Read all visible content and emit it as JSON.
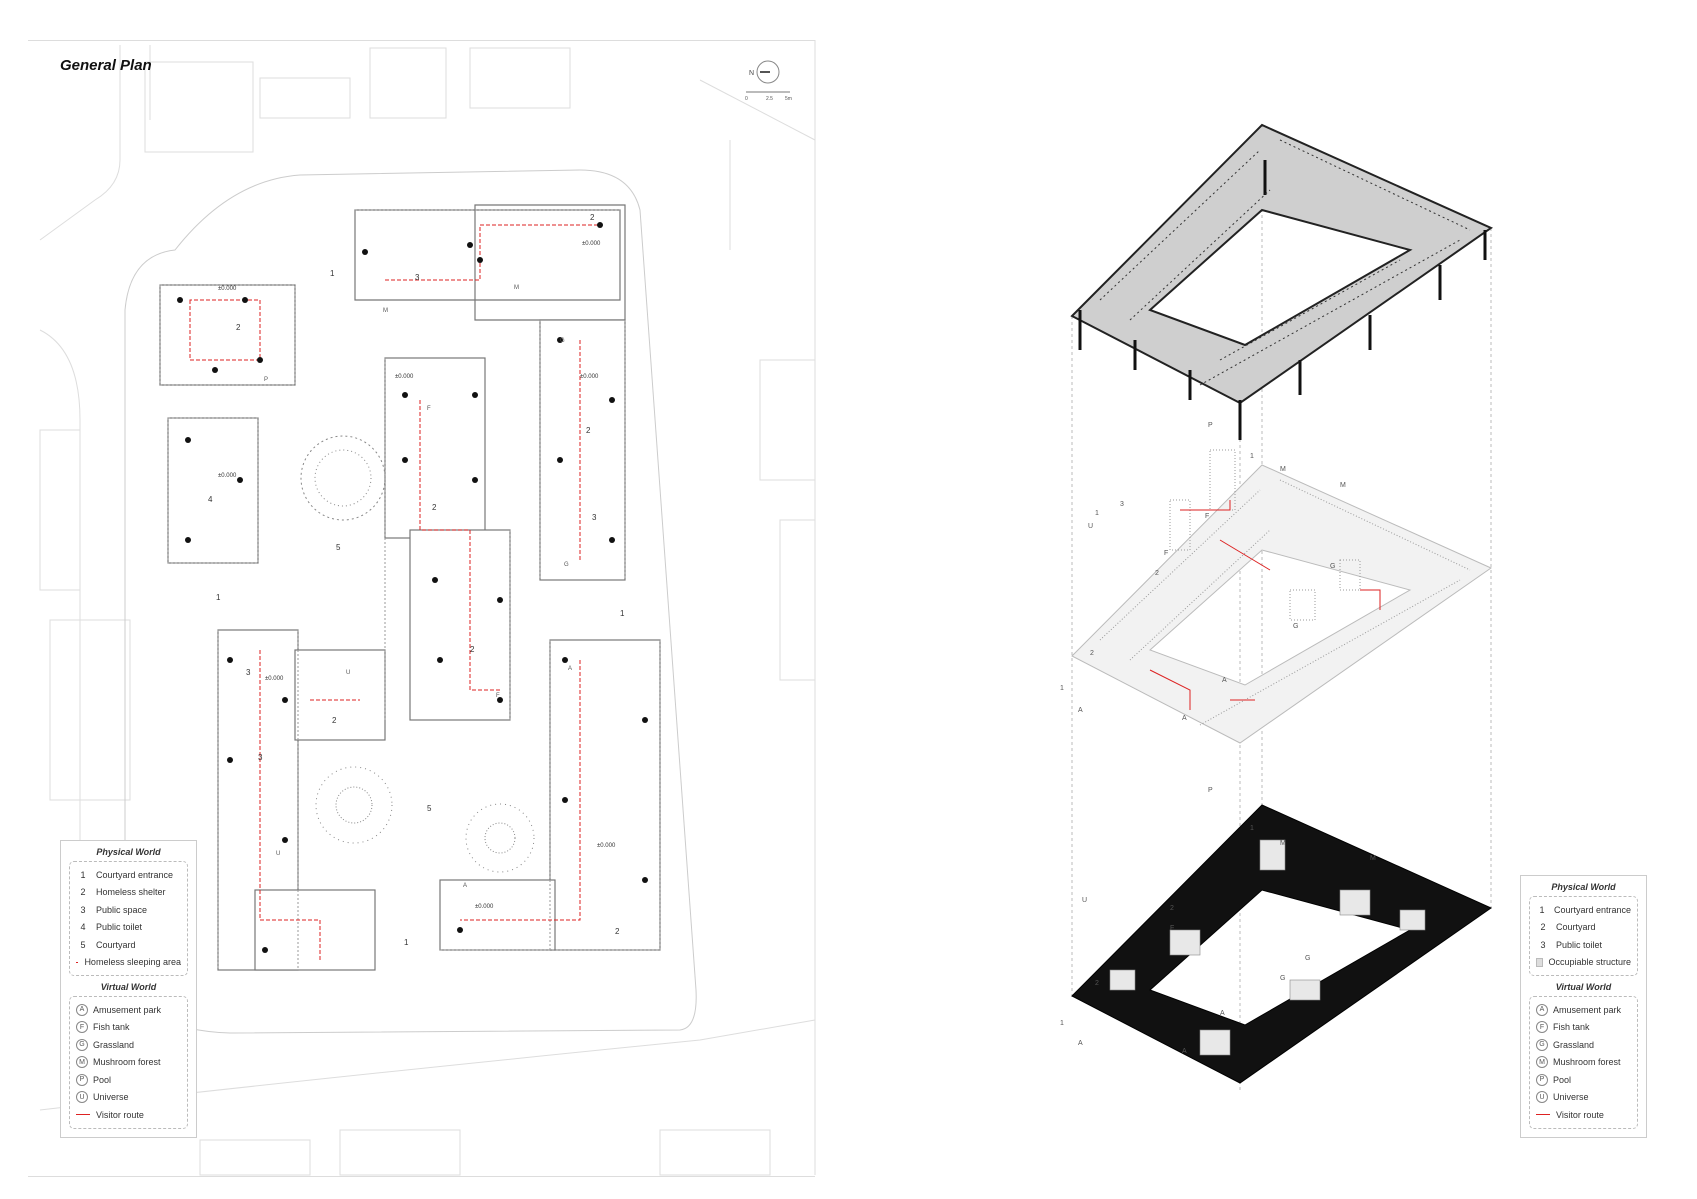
{
  "plan": {
    "title": "General Plan",
    "north_label": "N",
    "scale_ticks": [
      "0",
      "2.5",
      "5m"
    ],
    "level_labels": [
      "±0.000",
      "±0.000",
      "±0.000",
      "±0.000",
      "±0.000",
      "±0.000",
      "±0.000",
      "±0.000"
    ],
    "space_numbers": [
      "1",
      "1",
      "1",
      "1",
      "2",
      "2",
      "2",
      "2",
      "2",
      "2",
      "2",
      "3",
      "3",
      "3",
      "3",
      "4",
      "5",
      "5"
    ],
    "markers": [
      "M",
      "M",
      "P",
      "U",
      "G",
      "G",
      "F",
      "F",
      "A",
      "A",
      "U"
    ]
  },
  "legend_left": {
    "physical_title": "Physical World",
    "physical_items": [
      {
        "key": "1",
        "label": "Courtyard entrance"
      },
      {
        "key": "2",
        "label": "Homeless shelter"
      },
      {
        "key": "3",
        "label": "Public space"
      },
      {
        "key": "4",
        "label": "Public toilet"
      },
      {
        "key": "5",
        "label": "Courtyard"
      }
    ],
    "sleeping_label": "Homeless sleeping area",
    "virtual_title": "Virtual World",
    "virtual_items": [
      {
        "key": "A",
        "label": "Amusement park"
      },
      {
        "key": "F",
        "label": "Fish tank"
      },
      {
        "key": "G",
        "label": "Grassland"
      },
      {
        "key": "M",
        "label": "Mushroom forest"
      },
      {
        "key": "P",
        "label": "Pool"
      },
      {
        "key": "U",
        "label": "Universe"
      }
    ],
    "route_label": "Visitor route"
  },
  "legend_right": {
    "physical_title": "Physical World",
    "physical_items": [
      {
        "key": "1",
        "label": "Courtyard entrance"
      },
      {
        "key": "2",
        "label": "Courtyard"
      },
      {
        "key": "3",
        "label": "Public toilet"
      }
    ],
    "occupiable_label": "Occupiable structure",
    "virtual_title": "Virtual World",
    "virtual_items": [
      {
        "key": "A",
        "label": "Amusement park"
      },
      {
        "key": "F",
        "label": "Fish tank"
      },
      {
        "key": "G",
        "label": "Grassland"
      },
      {
        "key": "M",
        "label": "Mushroom forest"
      },
      {
        "key": "P",
        "label": "Pool"
      },
      {
        "key": "U",
        "label": "Universe"
      }
    ],
    "route_label": "Visitor route"
  },
  "axon": {
    "middle_labels": [
      "P",
      "M",
      "M",
      "U",
      "U",
      "U",
      "F",
      "F",
      "G",
      "G",
      "A",
      "A",
      "A",
      "1",
      "1",
      "1",
      "2",
      "2",
      "3"
    ],
    "bottom_labels": [
      "P",
      "M",
      "M",
      "U",
      "U",
      "U",
      "F",
      "G",
      "G",
      "A",
      "A",
      "A",
      "1",
      "1",
      "2",
      "2"
    ]
  },
  "colors": {
    "route": "#dd2222",
    "wall": "#111111",
    "roof": "#cfcfcf"
  }
}
